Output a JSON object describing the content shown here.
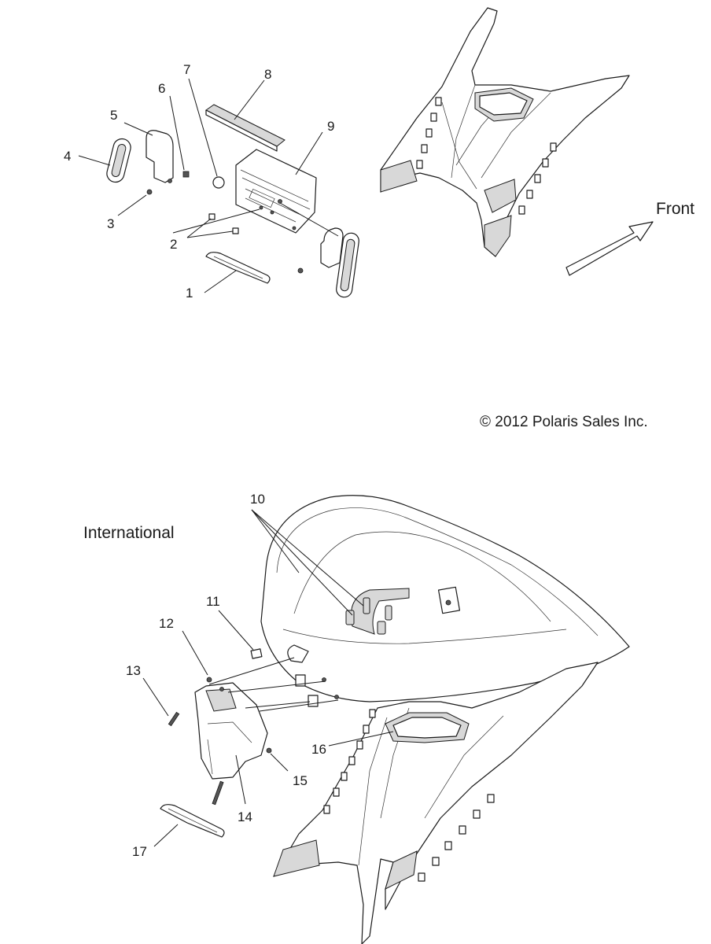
{
  "labels": {
    "front": "Front",
    "international": "International",
    "copyright": "© 2012 Polaris Sales Inc."
  },
  "callouts": [
    "1",
    "2",
    "3",
    "4",
    "5",
    "6",
    "7",
    "8",
    "9",
    "10",
    "11",
    "12",
    "13",
    "14",
    "15",
    "16",
    "17"
  ]
}
